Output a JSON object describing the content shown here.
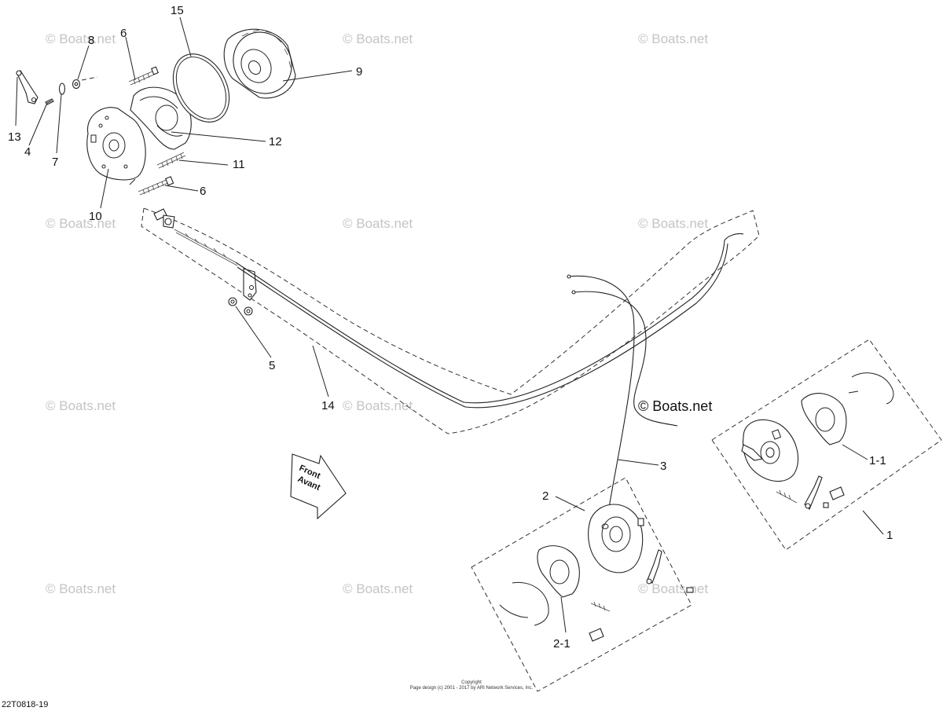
{
  "watermark": {
    "text": "© Boats.net",
    "strong_text": "© Boats.net"
  },
  "callouts": {
    "c1": "1",
    "c1_1": "1-1",
    "c2": "2",
    "c2_1": "2-1",
    "c3": "3",
    "c4": "4",
    "c5": "5",
    "c6a": "6",
    "c6b": "6",
    "c7": "7",
    "c8": "8",
    "c9": "9",
    "c10": "10",
    "c11": "11",
    "c12": "12",
    "c13": "13",
    "c14": "14",
    "c15": "15"
  },
  "front_arrow": {
    "line1": "Front",
    "line2": "Avant"
  },
  "footer": {
    "copyright_title": "Copyright",
    "copyright_text": "Page design (c) 2001 - 2017 by ARI Network Services, Inc.",
    "diagram_code": "22T0818-19"
  }
}
